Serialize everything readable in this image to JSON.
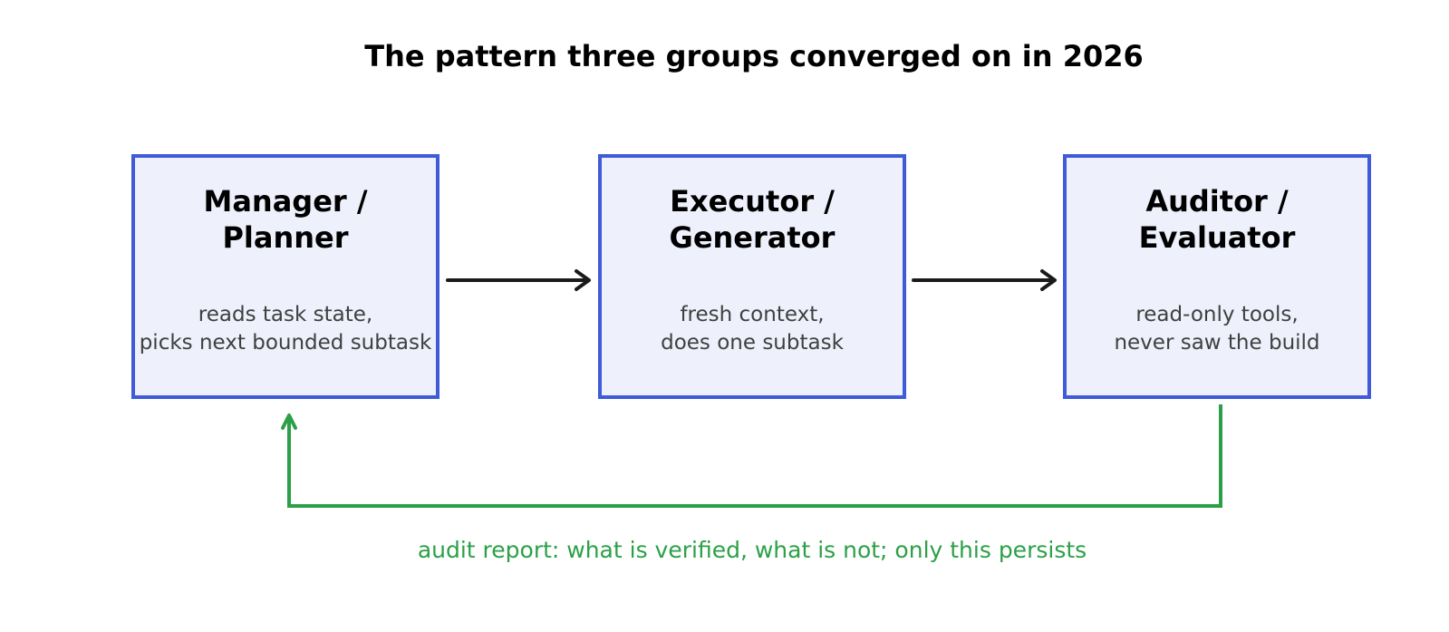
{
  "title": "The pattern three groups converged on in 2026",
  "nodes": [
    {
      "title": "Manager /\nPlanner",
      "description": "reads task state,\npicks next bounded subtask"
    },
    {
      "title": "Executor /\nGenerator",
      "description": "fresh context,\ndoes one subtask"
    },
    {
      "title": "Auditor /\nEvaluator",
      "description": "read-only tools,\nnever saw the build"
    }
  ],
  "edges": [
    {
      "from": "Manager / Planner",
      "to": "Executor / Generator"
    },
    {
      "from": "Executor / Generator",
      "to": "Auditor / Evaluator"
    },
    {
      "from": "Auditor / Evaluator",
      "to": "Manager / Planner",
      "label": "audit report: what is verified, what is not; only this persists"
    }
  ],
  "colors": {
    "box_border": "#3f5bd8",
    "box_fill": "#eef0fb",
    "arrow": "#1a1a1a",
    "feedback": "#2ca048"
  }
}
